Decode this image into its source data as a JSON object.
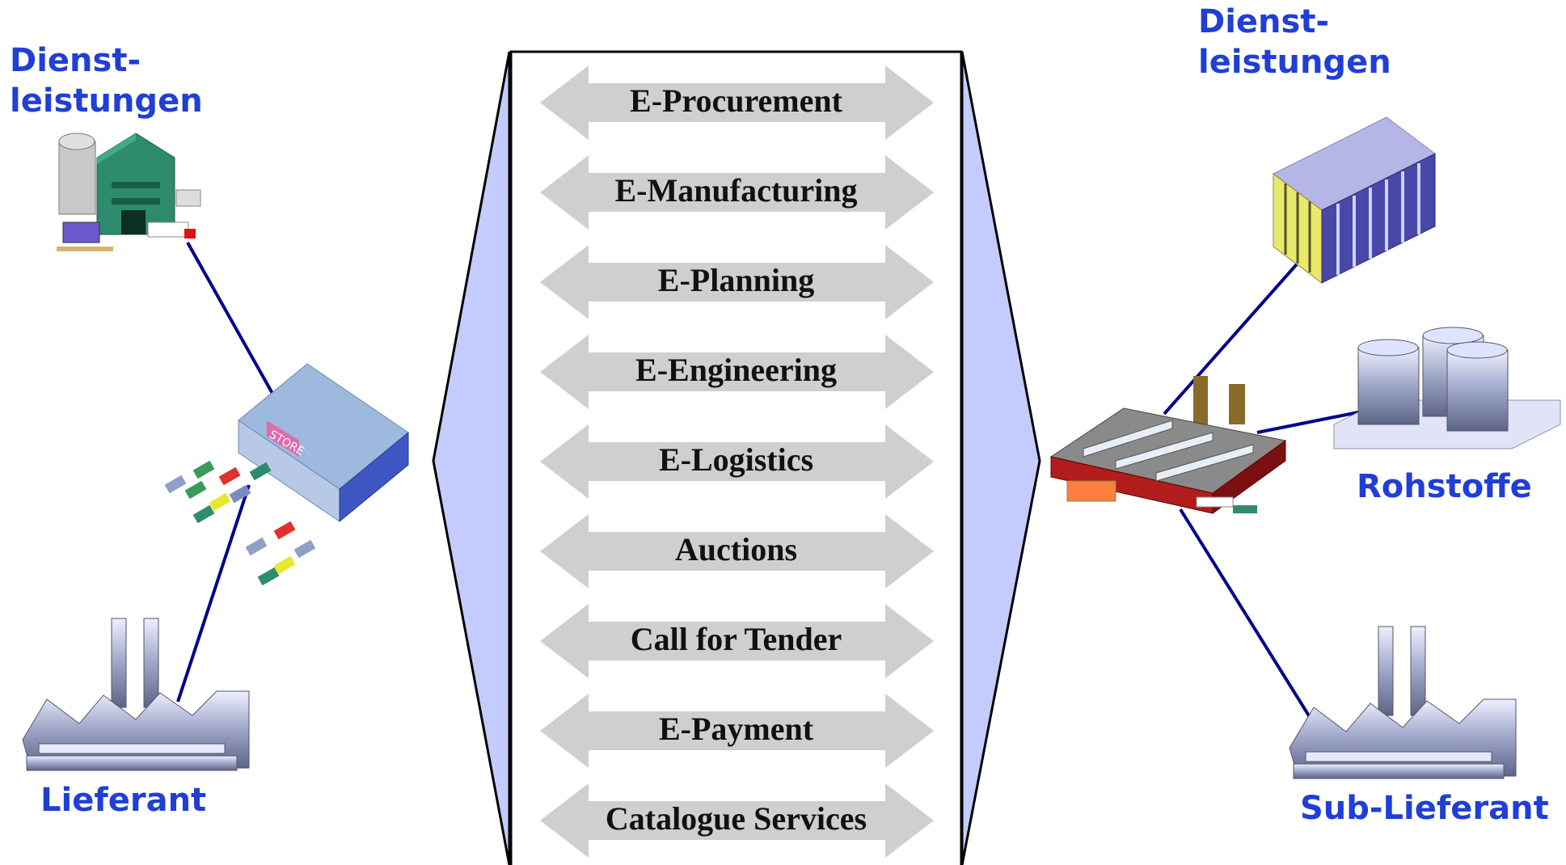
{
  "left": {
    "top_label_line1": "Dienst-",
    "top_label_line2": "leistungen",
    "bottom_label": "Lieferant"
  },
  "right": {
    "top_label_line1": "Dienst-",
    "top_label_line2": "leistungen",
    "raw_label": "Rohstoffe",
    "sub_label": "Sub-Lieferant"
  },
  "services": [
    "E-Procurement",
    "E-Manufacturing",
    "E-Planning",
    "E-Engineering",
    "E-Logistics",
    "Auctions",
    "Call for Tender",
    "E-Payment",
    "Catalogue Services"
  ],
  "icons": {
    "warehouse": "warehouse-icon",
    "store": "store-icon",
    "factory_left": "factory-icon",
    "container": "container-icon",
    "main_factory": "main-factory-icon",
    "barrels": "barrels-icon",
    "factory_right": "factory-icon"
  },
  "colors": {
    "label": "#1f3fd6",
    "connector": "#00008b",
    "panel_fill": "#c4ccff",
    "arrow_fill": "#cfcfcf"
  }
}
